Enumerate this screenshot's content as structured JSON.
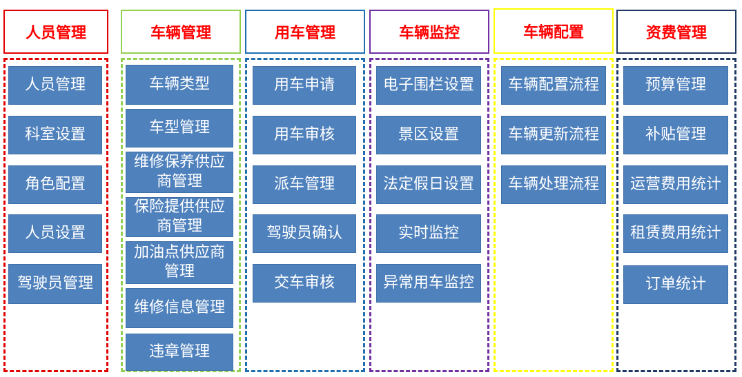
{
  "columns": [
    {
      "title": "人员管理",
      "color": "#e00000",
      "items": [
        "人员管理",
        "科室设置",
        "角色配置",
        "人员设置",
        "驾驶员管理"
      ]
    },
    {
      "title": "车辆管理",
      "color": "#92d050",
      "items": [
        "车辆类型",
        "车型管理",
        "维修保养供应商管理",
        "保险提供供应商管理",
        "加油点供应商管理",
        "维修信息管理",
        "违章管理"
      ]
    },
    {
      "title": "用车管理",
      "color": "#1f6fb0",
      "items": [
        "用车申请",
        "用车审核",
        "派车管理",
        "驾驶员确认",
        "交车审核"
      ]
    },
    {
      "title": "车辆监控",
      "color": "#7030a0",
      "items": [
        "电子围栏设置",
        "景区设置",
        "法定假日设置",
        "实时监控",
        "异常用车监控"
      ]
    },
    {
      "title": "车辆配置",
      "color": "#ffff00",
      "items": [
        "车辆配置流程",
        "车辆更新流程",
        "车辆处理流程"
      ]
    },
    {
      "title": "资费管理",
      "color": "#1f3864",
      "items": [
        "预算管理",
        "补贴管理",
        "运营费用统计",
        "租赁费用统计",
        "订单统计"
      ]
    }
  ]
}
